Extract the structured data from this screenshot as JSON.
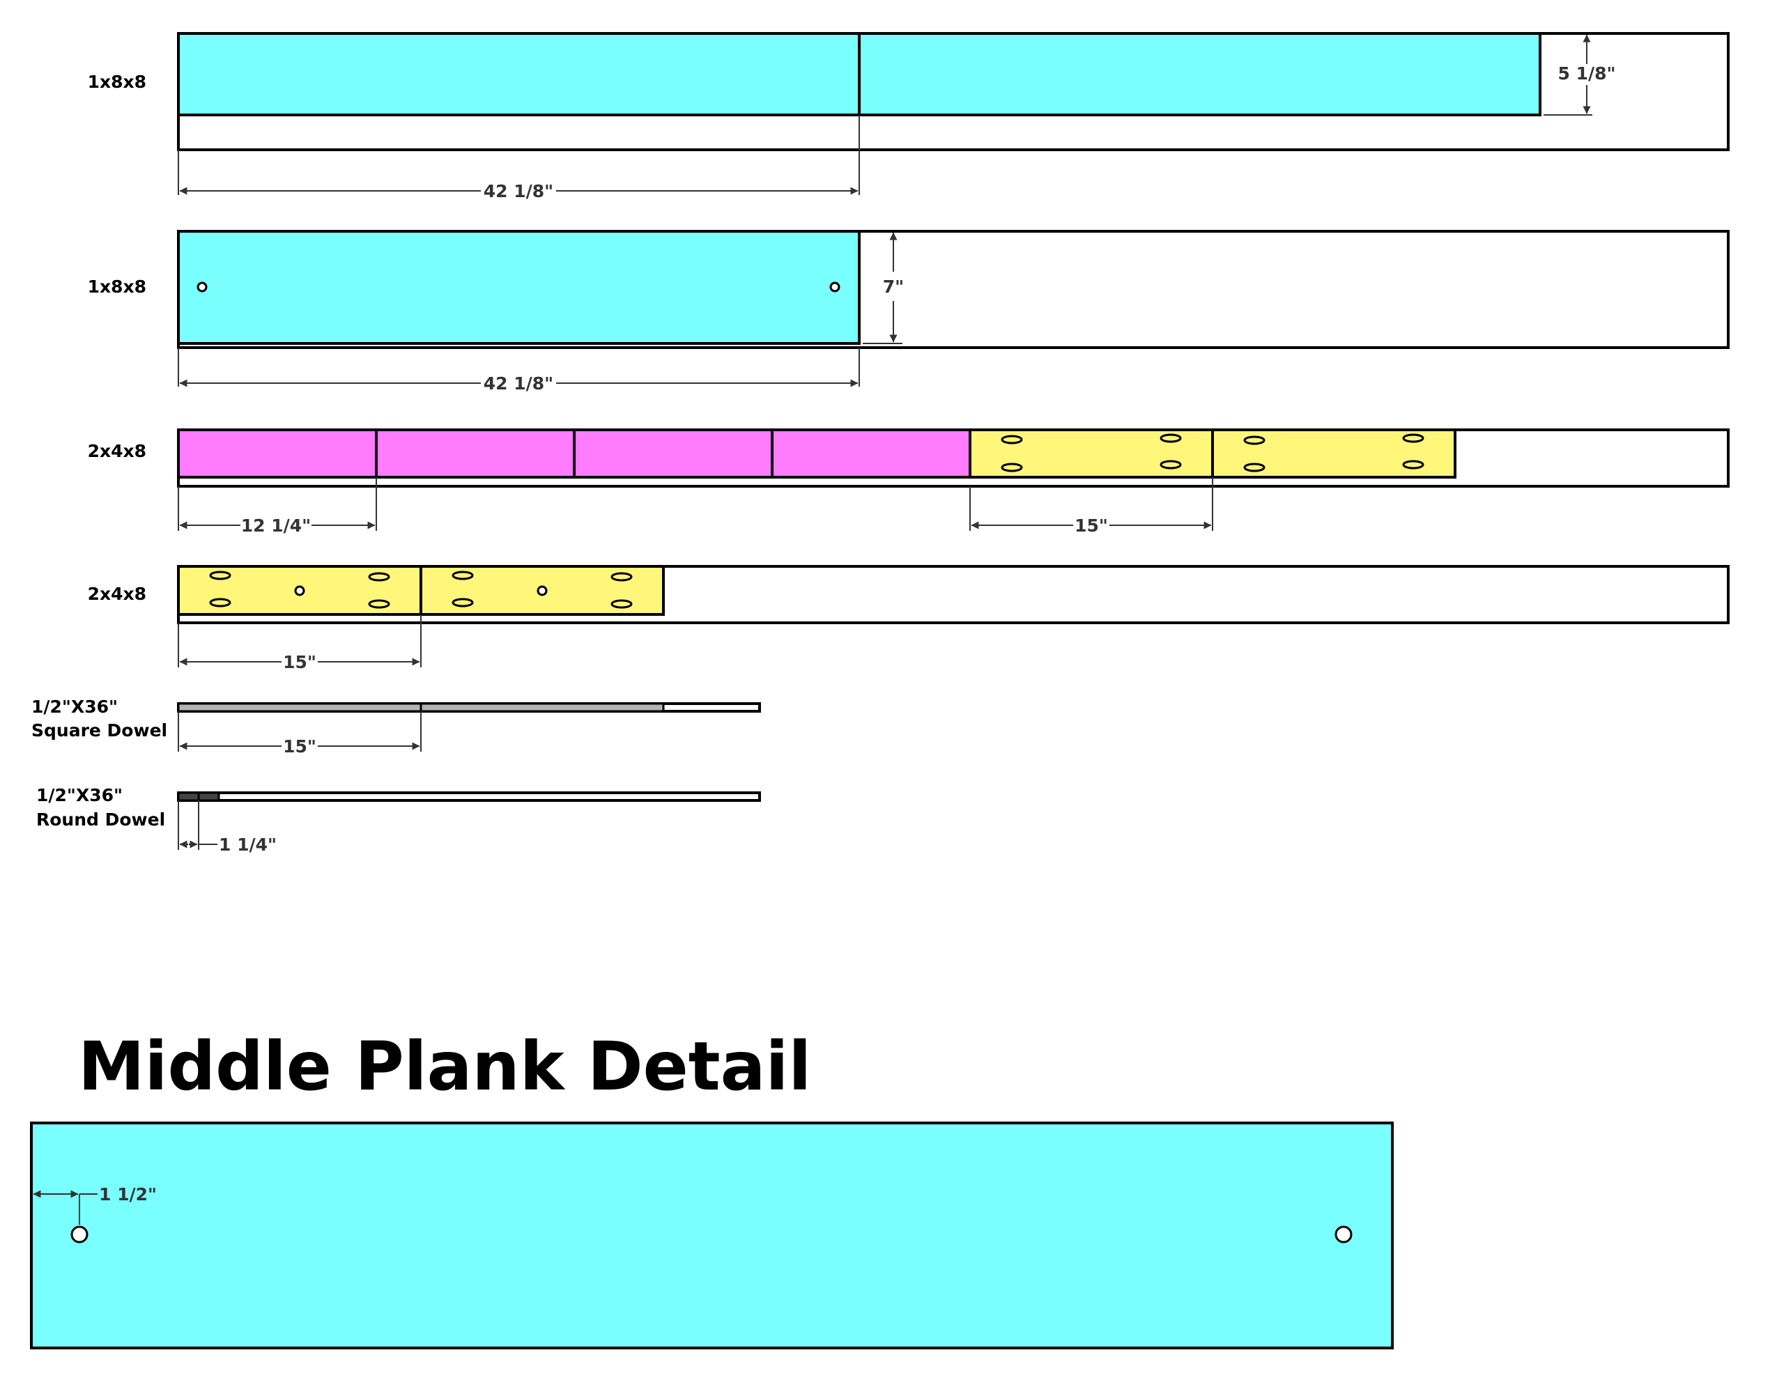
{
  "colors": {
    "plank": "#7affff",
    "short_piece": "#ff7cff",
    "leg_piece": "#fff67a",
    "square_dowel": "#b3b3b3",
    "round_dowel": "#444444",
    "outline": "#000000",
    "dimension": "#333333"
  },
  "rows": [
    {
      "label": "1x8x8",
      "dims": [
        "5 1/8\"",
        "42 1/8\""
      ]
    },
    {
      "label": "1x8x8",
      "dims": [
        "7\"",
        "42 1/8\""
      ]
    },
    {
      "label": "2x4x8",
      "dims": [
        "12 1/4\"",
        "15\""
      ]
    },
    {
      "label": "2x4x8",
      "dims": [
        "15\""
      ]
    },
    {
      "label_line1": "1/2\"X36\"",
      "label_line2": "Square Dowel",
      "dims": [
        "15\""
      ]
    },
    {
      "label_line1": "1/2\"X36\"",
      "label_line2": "Round Dowel",
      "dims": [
        "1 1/4\""
      ]
    }
  ],
  "detail": {
    "title": "Middle Plank Detail",
    "dims": [
      "1 1/2\""
    ]
  }
}
